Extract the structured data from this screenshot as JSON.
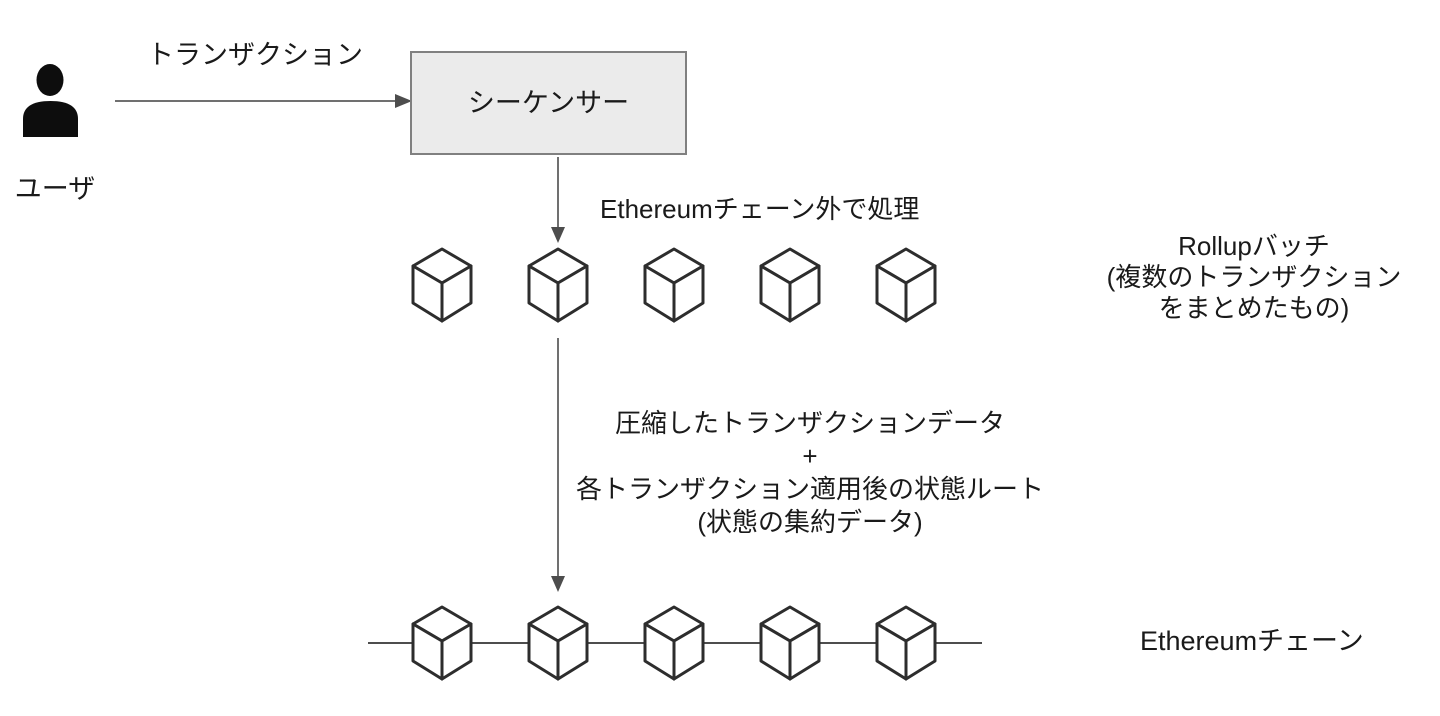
{
  "diagram": {
    "title_implicit": "Rollup architecture diagram",
    "colors": {
      "background": "#ffffff",
      "box_fill": "#ebebeb",
      "box_border": "#808080",
      "arrow_line": "#707070",
      "arrow_head": "#4d4d4d",
      "cube_stroke": "#2d2d2d",
      "chain_line": "#4d4d4d",
      "text": "#1a1a1a",
      "user_icon": "#0d0d0d"
    },
    "icons": {
      "user": "person-icon",
      "block": "block-cube-icon"
    },
    "user": {
      "label": "ユーザ"
    },
    "transaction_arrow_label": "トランザクション",
    "sequencer_box_label": "シーケンサー",
    "offchain_label": "Ethereumチェーン外で処理",
    "rollup_batch": {
      "cube_count": 5,
      "label_lines": [
        "Rollupバッチ",
        "(複数のトランザクション",
        "をまとめたもの)"
      ]
    },
    "submit_data_label_lines": [
      "圧縮したトランザクションデータ",
      "+",
      "各トランザクション適用後の状態ルート",
      "(状態の集約データ)"
    ],
    "ethereum_chain": {
      "cube_count": 5,
      "label": "Ethereumチェーン"
    }
  }
}
